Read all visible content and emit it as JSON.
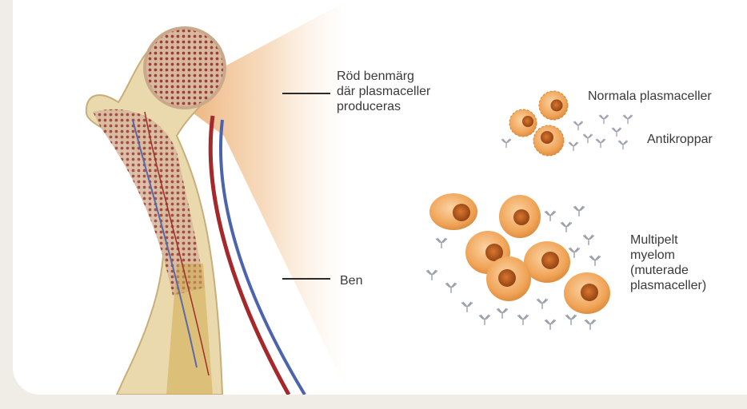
{
  "labels": {
    "marrow": [
      "Röd benmärg",
      "där plasmaceller",
      "produceras"
    ],
    "bone": "Ben",
    "normal_plasma_cells": "Normala plasmaceller",
    "antibodies": "Antikroppar",
    "myeloma": [
      "Multipelt",
      "myelom",
      "(muterade",
      "plasmaceller)"
    ]
  },
  "colors": {
    "background": "#efede6",
    "panel": "#ffffff",
    "zoom_wedge": "#e8a464",
    "bone_shaft": "#ead9ad",
    "marrow": "#9c3f35",
    "artery": "#a5282a",
    "vein": "#4c64ae",
    "plasma_cell": "#f0a457",
    "cell_nucleus": "#b4521b",
    "antibody": "#9aa1ab"
  },
  "icons": [
    "femur-illustration",
    "blood-vessel-pair",
    "plasma-cell-cluster",
    "antibody-glyph"
  ]
}
